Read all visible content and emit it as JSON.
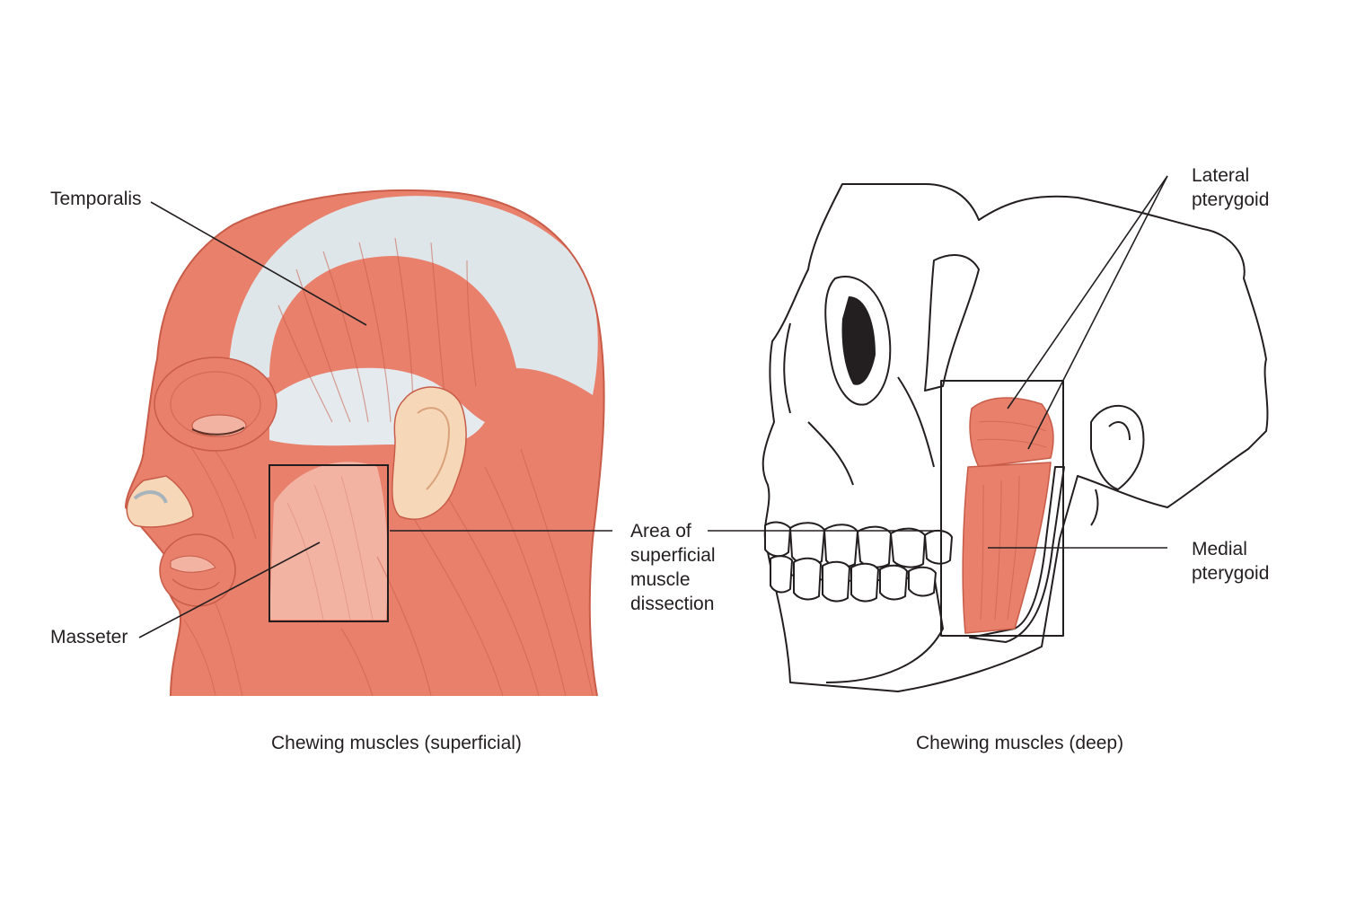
{
  "colors": {
    "muscle": "#e8806c",
    "muscle_light": "#f3b3a3",
    "muscle_stroke": "#c85c48",
    "tendon": "#dfe6ea",
    "skin": "#f6d7b8",
    "bone_fill": "#ffffff",
    "line": "#231f20"
  },
  "labels": {
    "temporalis": "Temporalis",
    "masseter": "Masseter",
    "area_line1": "Area of",
    "area_line2": "superficial",
    "area_line3": "muscle",
    "area_line4": "dissection",
    "lateral_line1": "Lateral",
    "lateral_line2": "pterygoid",
    "medial_line1": "Medial",
    "medial_line2": "pterygoid"
  },
  "captions": {
    "left": "Chewing muscles (superficial)",
    "right": "Chewing muscles (deep)"
  }
}
